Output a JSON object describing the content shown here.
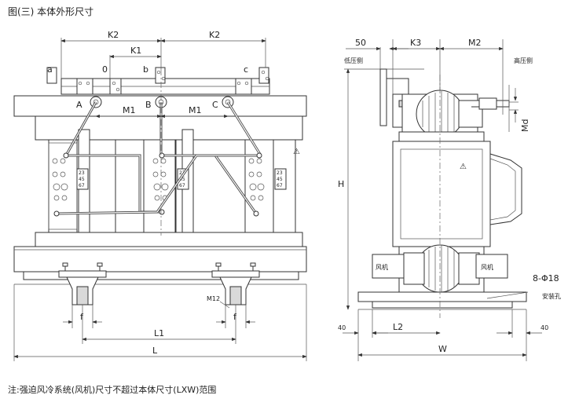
{
  "title": "图(三) 本体外形尺寸",
  "note": "注:强迫风冷系统(风机)尺寸不超过本体尺寸(LXW)范围",
  "front_view": {
    "dims": {
      "k2_left": "K2",
      "k2_right": "K2",
      "k1": "K1",
      "m1_left": "M1",
      "m1_right": "M1",
      "f_left": "f",
      "f_right": "f",
      "l1": "L1",
      "l": "L",
      "m12": "M12"
    },
    "terminals": {
      "a": "a",
      "zero": "0",
      "b": "b",
      "c": "c",
      "A": "A",
      "B": "B",
      "C": "C"
    },
    "tap_labels": [
      "23",
      "45",
      "67"
    ],
    "warning": "⚠"
  },
  "side_view": {
    "dims": {
      "d50": "50",
      "k3": "K3",
      "m2": "M2",
      "md": "Md",
      "h": "H",
      "l2": "L2",
      "w": "W",
      "left40": "40",
      "right40": "40",
      "holes": "8-Φ18"
    },
    "labels": {
      "low_side": "低压侧",
      "high_side": "高压侧",
      "fan_left": "风机",
      "fan_right": "风机",
      "mount_holes": "安装孔"
    },
    "warning": "⚠"
  }
}
